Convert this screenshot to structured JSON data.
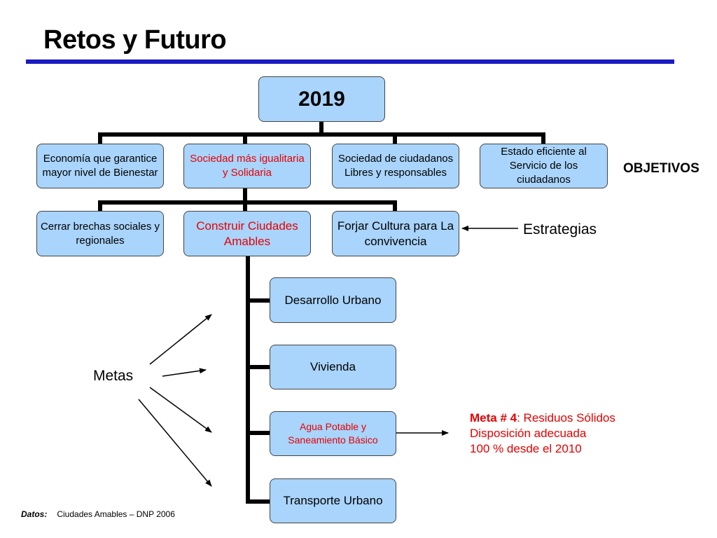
{
  "title": "Retos y Futuro",
  "colors": {
    "rule": "#1a1ad6",
    "box_fill": "#a9d4fb",
    "highlight_text": "#e60000"
  },
  "root": {
    "label": "2019"
  },
  "objectives": [
    {
      "label": "Economía que garantice mayor nivel de Bienestar",
      "highlight": false
    },
    {
      "label": "Sociedad más igualitaria y Solidaria",
      "highlight": true
    },
    {
      "label": "Sociedad de ciudadanos Libres y responsables",
      "highlight": false
    },
    {
      "label": "Estado eficiente al Servicio de los ciudadanos",
      "highlight": false
    }
  ],
  "strategies": [
    {
      "label": "Cerrar brechas sociales y regionales",
      "highlight": false
    },
    {
      "label": "Construir Ciudades Amables",
      "highlight": true
    },
    {
      "label": "Forjar Cultura para La convivencia",
      "highlight": false
    }
  ],
  "goals": [
    {
      "label": "Desarrollo Urbano",
      "highlight": false
    },
    {
      "label": "Vivienda",
      "highlight": false
    },
    {
      "label": "Agua Potable y Saneamiento Básico",
      "highlight": true
    },
    {
      "label": "Transporte Urbano",
      "highlight": false
    }
  ],
  "side_labels": {
    "objetivos": "OBJETIVOS",
    "estrategias": "Estrategias",
    "metas": "Metas"
  },
  "meta4": {
    "heading": "Meta # 4",
    "line1_rest": ": Residuos Sólidos",
    "line2": "Disposición adecuada",
    "line3": "100 % desde el 2010"
  },
  "source": {
    "label": "Datos",
    "label_suffix": ":",
    "text": "Ciudades Amables – DNP 2006"
  }
}
